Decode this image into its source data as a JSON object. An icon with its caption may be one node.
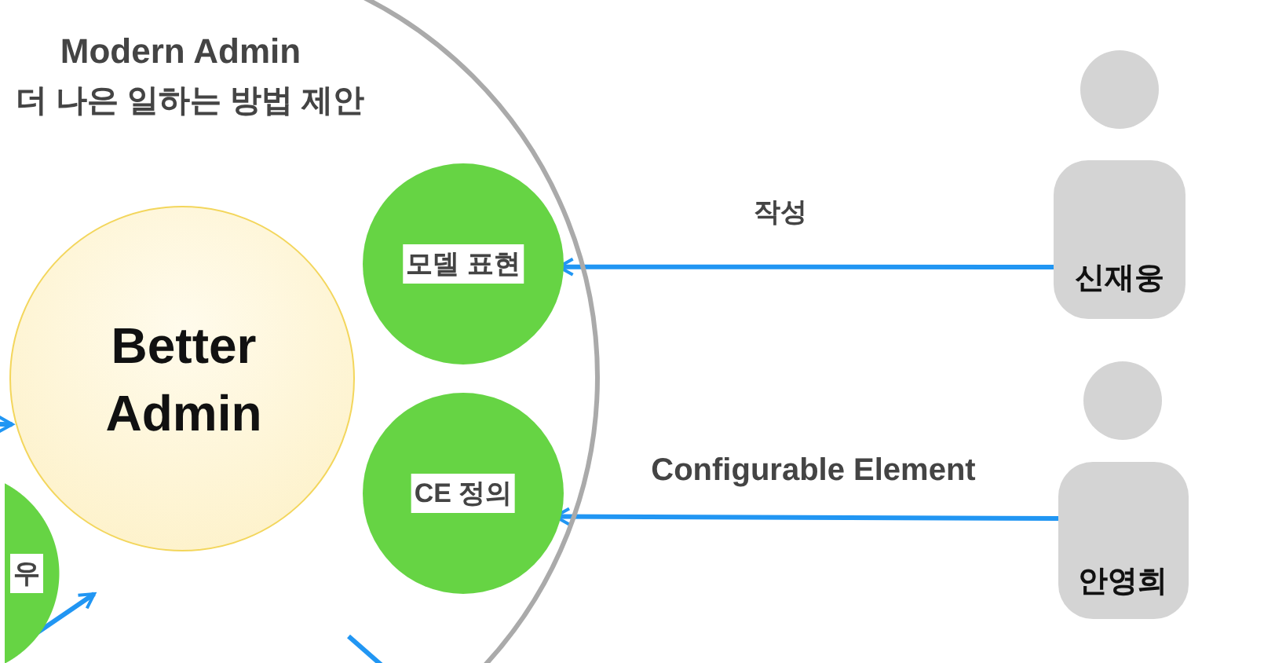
{
  "diagram": {
    "nodes": [
      {
        "text": [
          "Modern Admin",
          "더 나은 일하는 방법 제안"
        ]
      },
      {
        "text": [
          "Better Admin"
        ],
        "in": 0
      },
      {
        "text": [
          "모델 표현"
        ],
        "in": 0
      },
      {
        "text": [
          "CE  정의"
        ],
        "in": 0
      },
      {
        "text": [
          "우"
        ],
        "in": 0
      },
      {
        "text": [
          "신재웅"
        ]
      },
      {
        "text": [
          "안영희"
        ]
      }
    ],
    "edges": [
      {
        "from": 5,
        "to": 2,
        "arrow": "to",
        "label": "작성"
      },
      {
        "from": 6,
        "to": 3,
        "arrow": "to",
        "label": "Configurable Element"
      },
      {
        "from": null,
        "to": 1,
        "arrow": "to"
      },
      {
        "from": 4,
        "to": null,
        "arrow": "to"
      }
    ]
  }
}
